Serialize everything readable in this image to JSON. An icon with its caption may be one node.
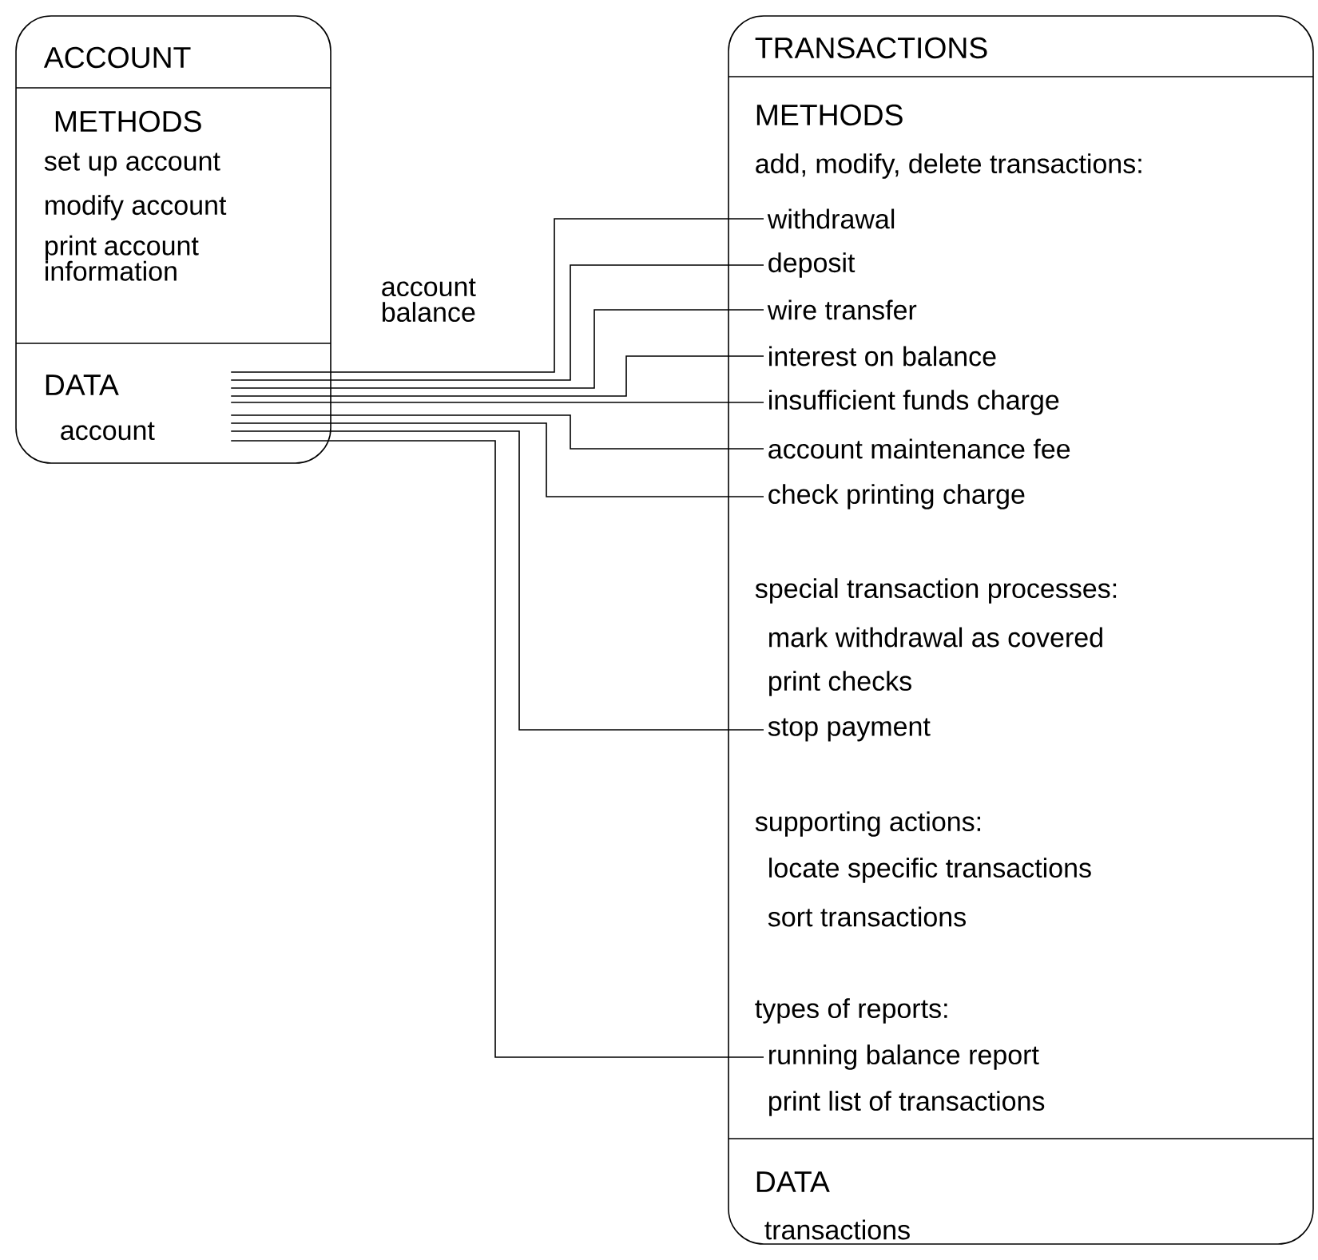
{
  "diagram": {
    "nodes": [
      {
        "text": [
          "ACCOUNT"
        ]
      },
      {
        "text": [
          "METHODS",
          "set up account",
          "modify account",
          "print account information"
        ],
        "in": 0
      },
      {
        "text": [
          "DATA"
        ],
        "in": 0
      },
      {
        "text": [
          "account"
        ],
        "in": 0
      },
      {
        "text": [
          "TRANSACTIONS"
        ]
      },
      {
        "text": [
          "METHODS"
        ],
        "in": 4
      },
      {
        "text": [
          "add, modify, delete transactions:"
        ],
        "in": 4
      },
      {
        "text": [
          "withdrawal"
        ],
        "in": 4
      },
      {
        "text": [
          "deposit"
        ],
        "in": 4
      },
      {
        "text": [
          "wire transfer"
        ],
        "in": 4
      },
      {
        "text": [
          "interest on balance"
        ],
        "in": 4
      },
      {
        "text": [
          "insufficient funds charge"
        ],
        "in": 4
      },
      {
        "text": [
          "account maintenance fee"
        ],
        "in": 4
      },
      {
        "text": [
          "check printing charge"
        ],
        "in": 4
      },
      {
        "text": [
          "special transaction processes:"
        ],
        "in": 4
      },
      {
        "text": [
          "mark withdrawal as covered"
        ],
        "in": 4
      },
      {
        "text": [
          "print checks"
        ],
        "in": 4
      },
      {
        "text": [
          "stop payment"
        ],
        "in": 4
      },
      {
        "text": [
          "supporting actions:"
        ],
        "in": 4
      },
      {
        "text": [
          "locate specific transactions"
        ],
        "in": 4
      },
      {
        "text": [
          "sort transactions"
        ],
        "in": 4
      },
      {
        "text": [
          "types of reports:"
        ],
        "in": 4
      },
      {
        "text": [
          "running balance report"
        ],
        "in": 4
      },
      {
        "text": [
          "print list of transactions"
        ],
        "in": 4
      },
      {
        "text": [
          "DATA",
          "transactions"
        ],
        "in": 4
      }
    ],
    "edges": [
      {
        "from": 2,
        "to": 7,
        "arrow": "none"
      },
      {
        "from": 2,
        "to": 8,
        "arrow": "none"
      },
      {
        "from": 2,
        "to": 9,
        "arrow": "none"
      },
      {
        "from": 2,
        "to": 10,
        "arrow": "none"
      },
      {
        "from": 2,
        "to": 11,
        "arrow": "none"
      },
      {
        "from": 2,
        "to": 12,
        "arrow": "none"
      },
      {
        "from": 2,
        "to": 13,
        "arrow": "none"
      },
      {
        "from": 2,
        "to": 17,
        "arrow": "none"
      },
      {
        "from": 2,
        "to": 22,
        "arrow": "none"
      }
    ],
    "labels": [
      "account balance"
    ]
  }
}
